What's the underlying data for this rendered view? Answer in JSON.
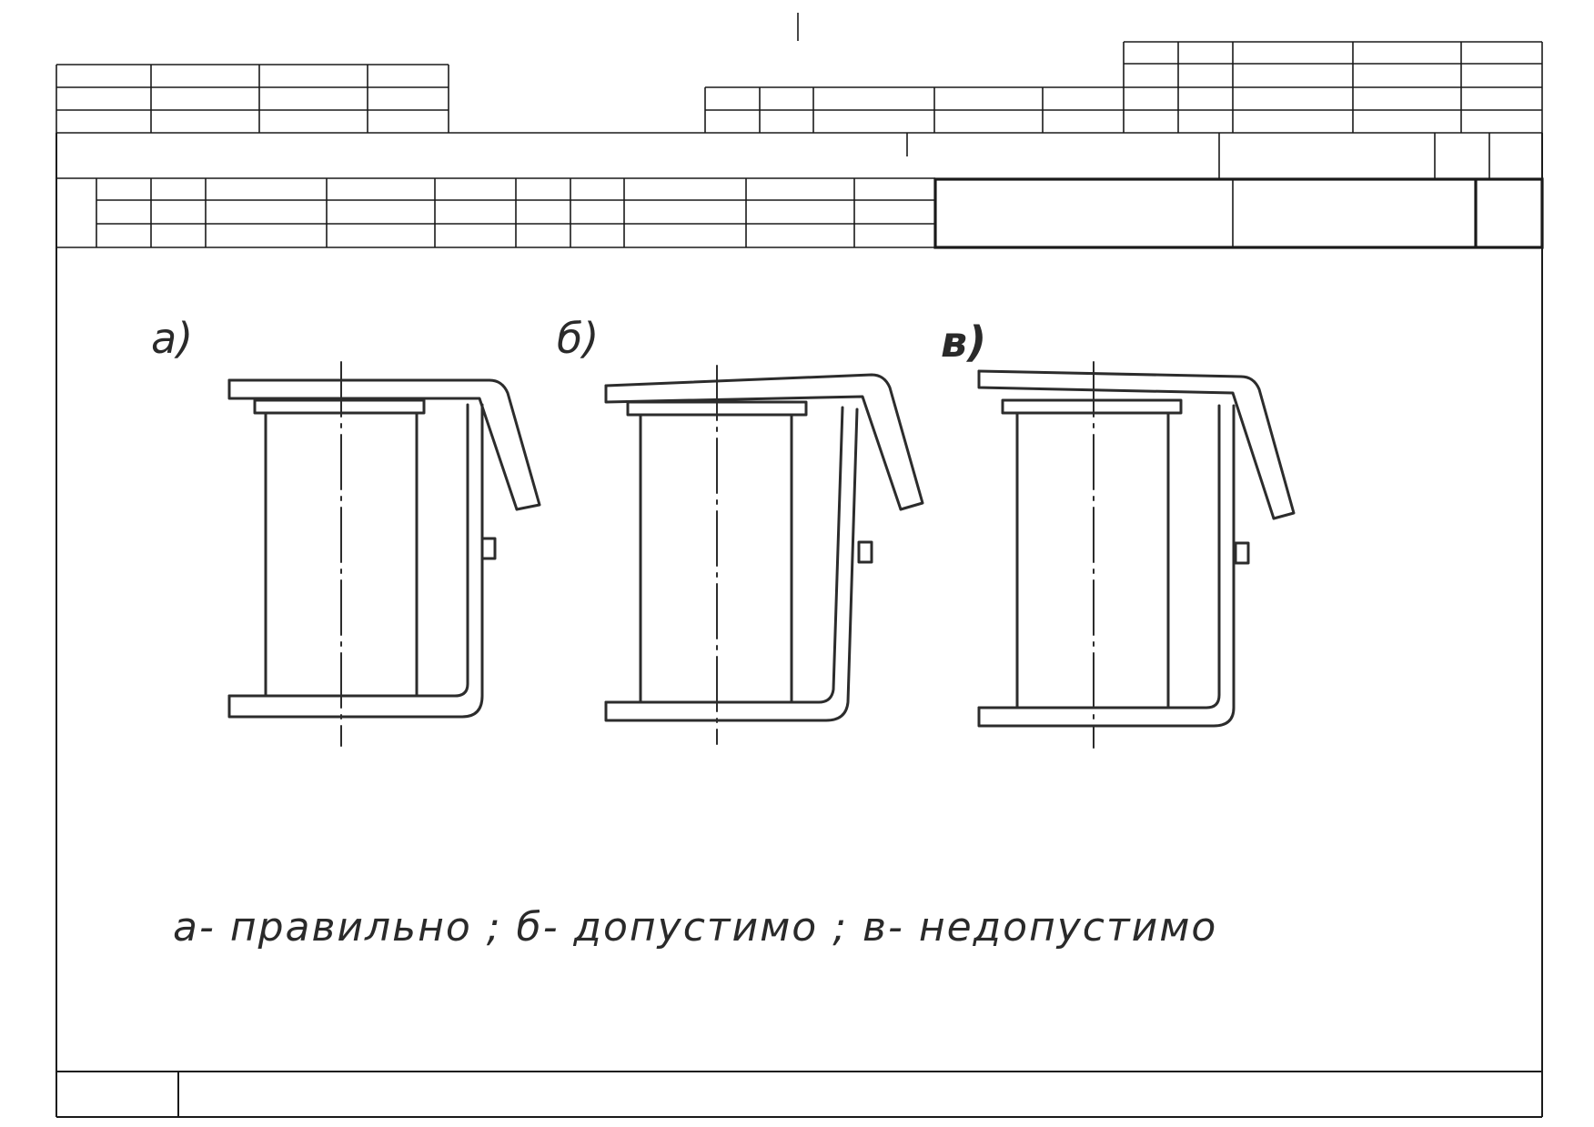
{
  "figures": [
    {
      "id": "a",
      "label": "а)"
    },
    {
      "id": "b",
      "label": "б)"
    },
    {
      "id": "v",
      "label": "в)"
    }
  ],
  "caption": "а- правильно ;  б- допустимо ;  в- недопустимо"
}
